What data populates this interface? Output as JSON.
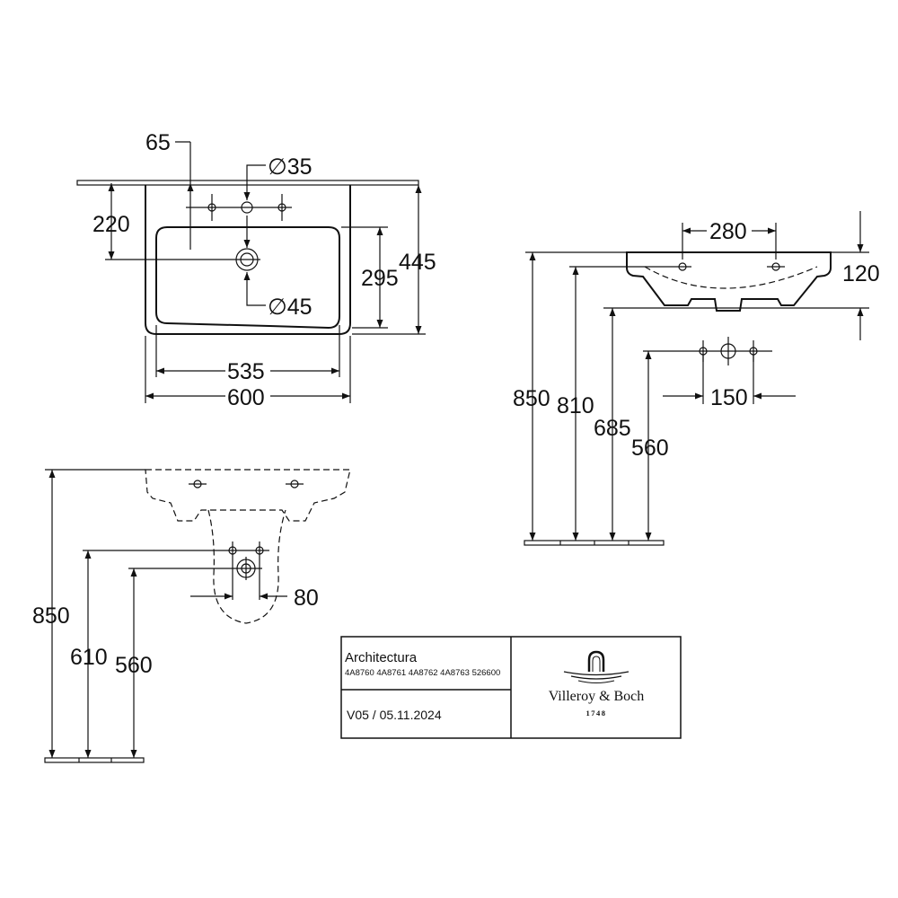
{
  "top_view": {
    "dims": {
      "d65": "65",
      "d35": "∅35",
      "d220": "220",
      "d45": "∅45",
      "d295": "295",
      "d445": "445",
      "d535": "535",
      "d600": "600"
    }
  },
  "side_view": {
    "dims": {
      "d280": "280",
      "d120": "120",
      "d850": "850",
      "d810": "810",
      "d685": "685",
      "d560": "560",
      "d150": "150"
    }
  },
  "front_view": {
    "dims": {
      "d850": "850",
      "d610": "610",
      "d560": "560",
      "d80": "80"
    }
  },
  "title_block": {
    "product": "Architectura",
    "article_numbers": "4A8760 4A8761 4A8762 4A8763 526600",
    "version": "V05 / 05.11.2024",
    "brand": "Villeroy & Boch",
    "year": "1748"
  }
}
